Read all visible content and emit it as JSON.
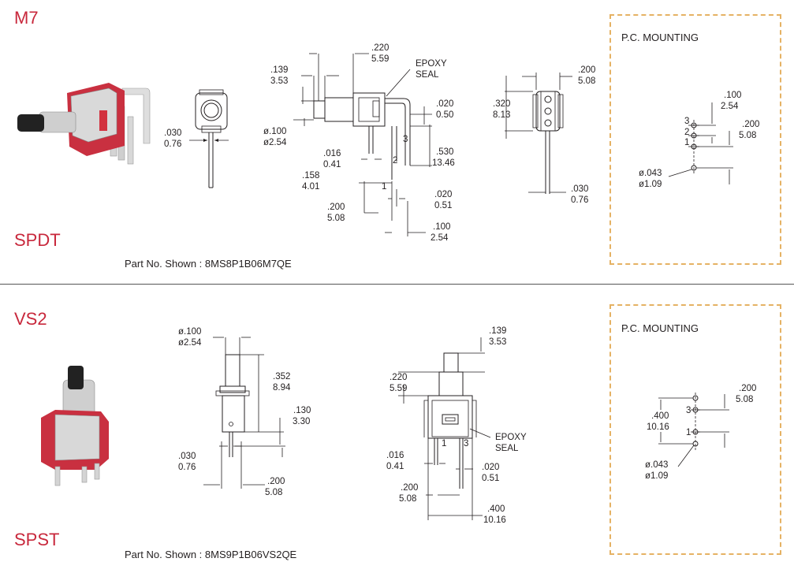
{
  "sections": [
    {
      "series": "M7",
      "type": "SPDT",
      "part_label": "Part No. Shown : 8MS8P1B06M7QE",
      "mounting_title": "P.C. MOUNTING",
      "dims": {
        "pin_width": [
          ".030",
          "0.76"
        ],
        "body_width": [
          ".220",
          "5.59"
        ],
        "epoxy": [
          "EPOXY",
          "SEAL"
        ],
        "plunger_ext": [
          ".139",
          "3.53"
        ],
        "plunger_dia": [
          "ø.100",
          "ø2.54"
        ],
        "side_gap": [
          ".020",
          "0.50"
        ],
        "pin_thick": [
          ".016",
          "0.41"
        ],
        "lead_len": [
          ".530",
          "13.46"
        ],
        "plunger_height": [
          ".158",
          "4.01"
        ],
        "pin_spacing": [
          ".200",
          "5.08"
        ],
        "pin_gap": [
          ".020",
          "0.51"
        ],
        "pin_pitch": [
          ".100",
          "2.54"
        ],
        "rear_width": [
          ".200",
          "5.08"
        ],
        "rear_height": [
          ".320",
          "8.13"
        ],
        "rear_pin": [
          ".030",
          "0.76"
        ],
        "pcb_pitch": [
          ".100",
          "2.54"
        ],
        "pcb_spacing": [
          ".200",
          "5.08"
        ],
        "pcb_hole": [
          "ø.043",
          "ø1.09"
        ],
        "pins": [
          "3",
          "2",
          "1"
        ]
      }
    },
    {
      "series": "VS2",
      "type": "SPST",
      "part_label": "Part No. Shown : 8MS9P1B06VS2QE",
      "mounting_title": "P.C. MOUNTING",
      "dims": {
        "plunger_dia": [
          "ø.100",
          "ø2.54"
        ],
        "plunger_ext": [
          ".352",
          "8.94"
        ],
        "body_ext": [
          ".130",
          "3.30"
        ],
        "pin_width": [
          ".030",
          "0.76"
        ],
        "pin_spacing_side": [
          ".200",
          "5.08"
        ],
        "top_ext": [
          ".139",
          "3.53"
        ],
        "body_width": [
          ".220",
          "5.59"
        ],
        "epoxy": [
          "EPOXY",
          "SEAL"
        ],
        "pin_thick": [
          ".016",
          "0.41"
        ],
        "pin_gap": [
          ".020",
          "0.51"
        ],
        "pin_spacing": [
          ".200",
          "5.08"
        ],
        "overall": [
          ".400",
          "10.16"
        ],
        "pcb_spacing": [
          ".200",
          "5.08"
        ],
        "pcb_total": [
          ".400",
          "10.16"
        ],
        "pcb_hole": [
          "ø.043",
          "ø1.09"
        ],
        "pins": [
          "3",
          "1"
        ]
      }
    }
  ],
  "colors": {
    "accent": "#c8283c",
    "mounting_border": "#e5b264"
  }
}
